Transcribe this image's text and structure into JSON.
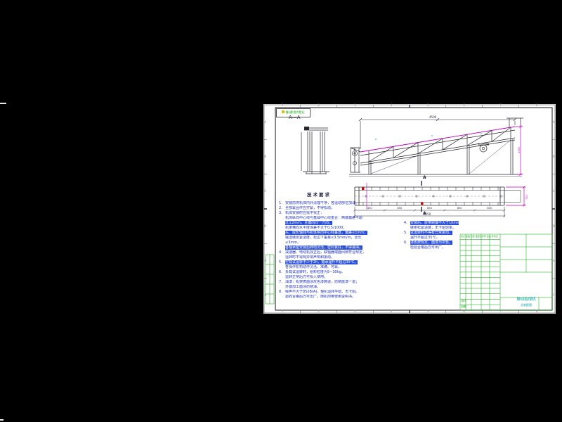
{
  "window": {
    "background": "#000000"
  },
  "colors": {
    "line_dark": "#26262e",
    "magenta": "#c400c4",
    "red": "#e00000",
    "green": "#00a400",
    "cyan": "#00b4b4",
    "blue_text": "#2233bb",
    "highlight": "#2a50d8",
    "sheet": "#ffffff"
  },
  "sheet": {
    "stamp": {
      "text": "借(通)用件登记"
    },
    "section_label": "A—A",
    "zones": {
      "top": [
        "1",
        "2",
        "3",
        "4",
        "5",
        "6",
        "7",
        "8"
      ],
      "bottom": [
        "1",
        "2",
        "3",
        "4",
        "5",
        "6",
        "7",
        "8"
      ],
      "left": [
        "A",
        "B",
        "C",
        "D",
        "E",
        "F"
      ],
      "right": [
        "A",
        "B",
        "C",
        "D",
        "E",
        "F"
      ]
    }
  },
  "views": {
    "elevation": {
      "dim_top": "4500",
      "dim_right": "1250"
    },
    "plan": {
      "segments": [
        "850",
        "850",
        "850",
        "850",
        "850"
      ],
      "dim_total": "4250",
      "dim_right": "730",
      "cut_label": "A"
    }
  },
  "tech": {
    "title": "技术要求",
    "left": [
      {
        "n": "1.",
        "t": "安装前将机体内外清理干净，各运动部位加油。",
        "h": false
      },
      {
        "n": "2.",
        "t": "全部紧固件应拧紧，不得松动。",
        "h": false
      },
      {
        "n": "3.",
        "t": "机体安装时应找平找正：",
        "h": false
      },
      {
        "n": "",
        "t": "机体纵向中心线与基础中心线重合：两端偏差不超",
        "h": false
      },
      {
        "n": "",
        "t": "过±2mm，且偏向同一方向；",
        "h": true
      },
      {
        "n": "",
        "t": "机架横向水平度误差不大于0.5/1000；",
        "h": false
      },
      {
        "n": "",
        "t": "头、尾轮轴线与机体纵向中心线垂直，偏差≤1mm；",
        "h": true
      },
      {
        "n": "",
        "t": "输送链张紧适度，松边下垂量≤3.5mm/m，全长",
        "h": false
      },
      {
        "n": "",
        "t": "≤3mm。",
        "h": false
      },
      {
        "n": "",
        "t": "各轴承座安装后转动灵活，密封良好，不得漏油。",
        "h": true
      },
      {
        "n": "4.",
        "t": "减速器、电动机找正后，联轴器端面间隙符合规定，",
        "h": false
      },
      {
        "n": "",
        "t": "运转时不得有异常声响和振动。",
        "h": false
      },
      {
        "n": "5.",
        "t": "空载试运转不少于2h，轴承温升不超过35℃。",
        "h": true
      },
      {
        "n": "",
        "t": "各操作机构动作灵活、准确、可靠。",
        "h": false
      },
      {
        "n": "6.",
        "t": "负载试运转时，给料粒度为5~30kg。",
        "h": false
      },
      {
        "n": "",
        "t": "运转正常后方可投入使用。",
        "h": false
      },
      {
        "n": "7.",
        "t": "油漆：机架表面涂灰色漆两道，防锈底漆一道；",
        "h": false
      },
      {
        "n": "",
        "t": "外露加工面涂防锈油。",
        "h": false
      },
      {
        "n": "8.",
        "t": "噪声不大于85dB(A)，整机运转平稳、无卡阻。",
        "h": false
      },
      {
        "n": "",
        "t": "验收合格后方可出厂，随机附带使用说明书。",
        "h": false
      }
    ],
    "right": [
      {
        "n": "4.",
        "t": "安装后，胶带跑偏不大于10mm。",
        "h": true
      },
      {
        "n": "",
        "t": "链条松紧适度，无卡阻现象。",
        "h": false
      },
      {
        "n": "5.",
        "t": "试运转时不得有异常振动。",
        "h": true
      },
      {
        "n": "",
        "t": "温升不超过35℃。",
        "h": false
      },
      {
        "n": "6.",
        "t": "漆色按规定，面漆为灰色。",
        "h": true
      },
      {
        "n": "",
        "t": "检验合格后方可出厂。",
        "h": false
      }
    ]
  },
  "title_block": {
    "title_line1": "振动给煤机",
    "title_line2": "总装配图",
    "rev_header": "标记 处数 分区 更改文件号 签名 年月日",
    "sign_labels": [
      "设计",
      "制图"
    ]
  }
}
